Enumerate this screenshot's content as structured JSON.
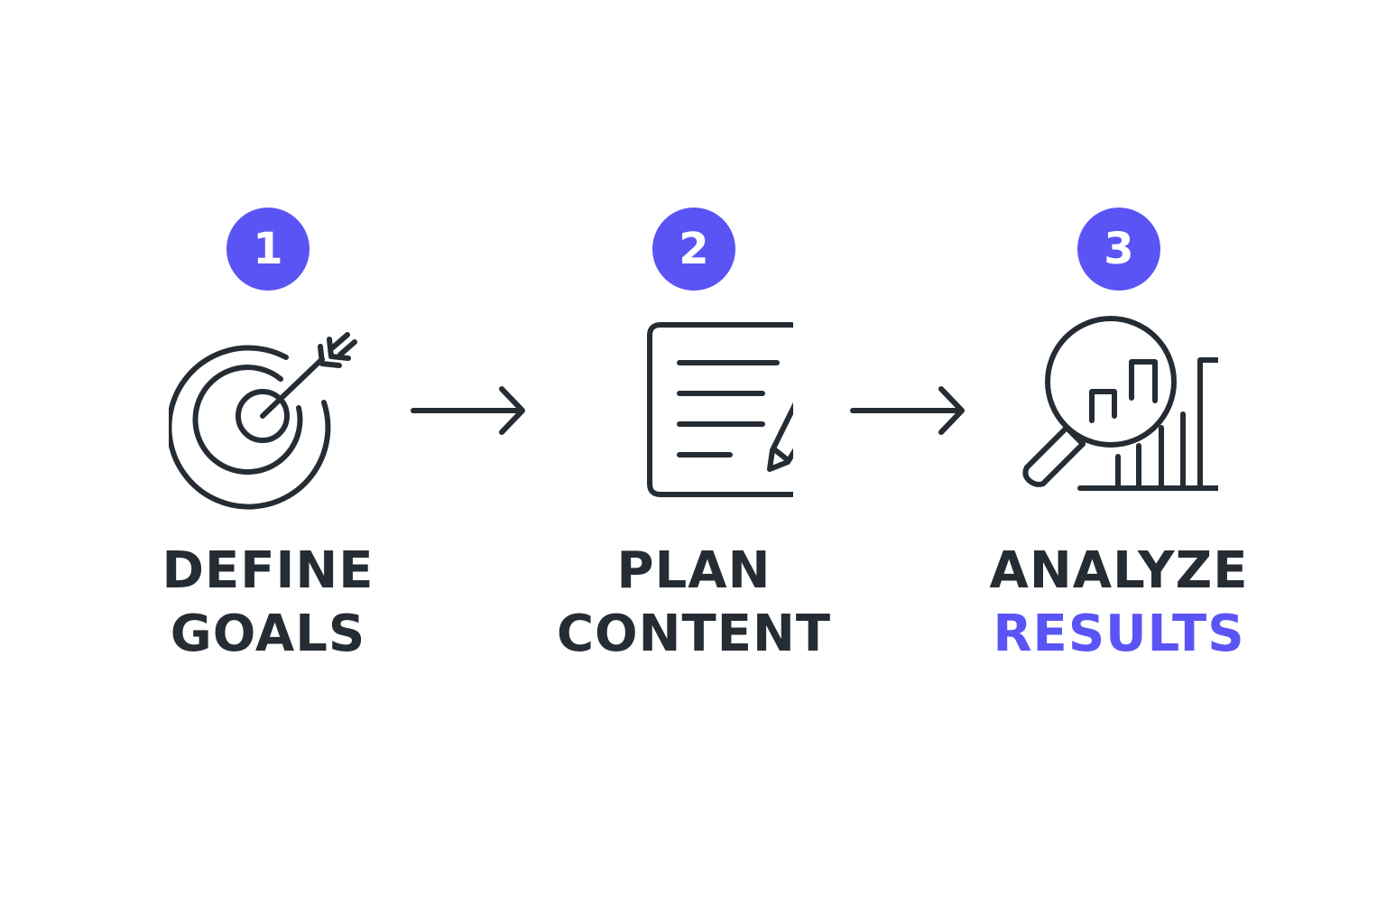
{
  "steps": [
    {
      "number": "1",
      "icon": "target-icon",
      "label_line1": "DEFINE",
      "label_line2": "GOALS"
    },
    {
      "number": "2",
      "icon": "document-pencil-icon",
      "label_line1": "PLAN",
      "label_line2": "CONTENT"
    },
    {
      "number": "3",
      "icon": "magnifier-chart-icon",
      "label_line1": "ANALYZE",
      "label_line2": "RESULTS"
    }
  ],
  "colors": {
    "accent": "#5b54f5",
    "text": "#252c33",
    "background": "#ffffff"
  }
}
